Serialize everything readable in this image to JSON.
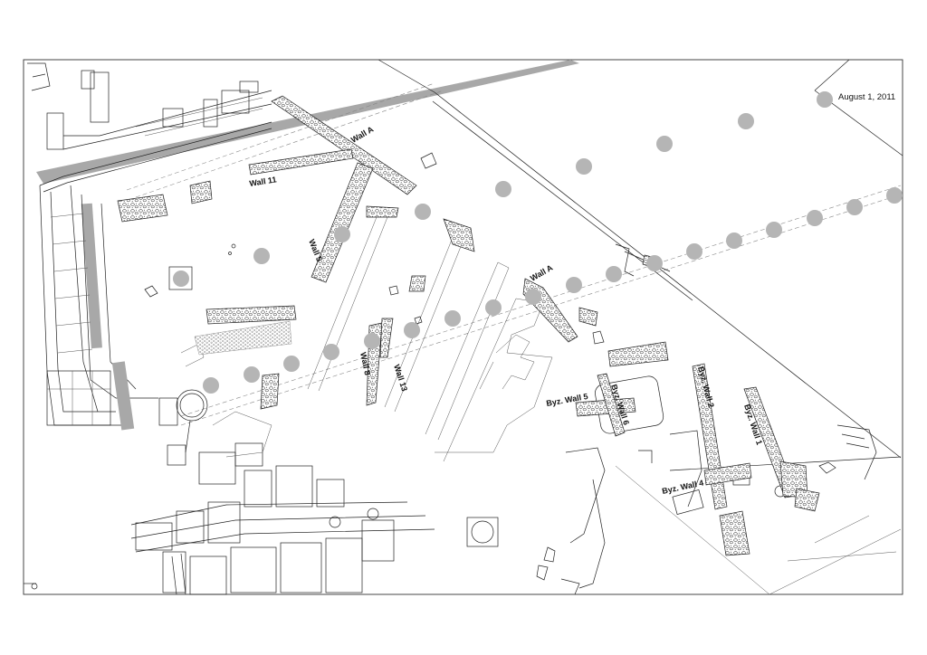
{
  "map": {
    "date": "August 1, 2011",
    "labels": {
      "wall_a_top": "Wall A",
      "wall_a_mid": "Wall A",
      "wall_11": "Wall 11",
      "wall_5": "Wall 5",
      "wall_8": "Wall 8",
      "wall_13": "Wall 13",
      "byz_wall_5": "Byz. Wall 5",
      "byz_wall_6": "Byz. Wall 6",
      "byz_wall_2": "Byz. Wall 2",
      "byz_wall_1": "Byz. Wall 1",
      "byz_wall_4": "Byz. Wall 4"
    },
    "colors": {
      "column_marker": "#b5b5b5",
      "gray_band": "#a8a8a8",
      "ink": "#222222"
    }
  }
}
